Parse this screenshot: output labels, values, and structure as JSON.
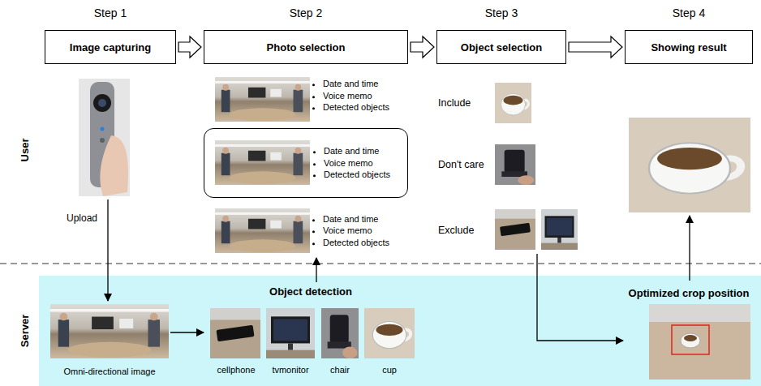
{
  "diagram": {
    "nodes": [
      {
        "text": [
          "Step 1",
          "Image capturing"
        ]
      },
      {
        "text": [
          "Step 2",
          "Photo selection"
        ]
      },
      {
        "text": [
          "Step 3",
          "Object selection"
        ]
      },
      {
        "text": [
          "Step 4",
          "Showing result"
        ]
      },
      {
        "text": [
          "Date and time",
          "Voice memo",
          "Detected objects"
        ]
      },
      {
        "text": [
          "Date and time",
          "Voice memo",
          "Detected objects"
        ]
      },
      {
        "text": [
          "Date and time",
          "Voice memo",
          "Detected objects"
        ]
      },
      {
        "text": [
          "Include"
        ]
      },
      {
        "text": [
          "Don't care"
        ]
      },
      {
        "text": [
          "Exclude"
        ]
      },
      {
        "text": [
          "Server"
        ]
      },
      {
        "text": [
          "Omni-directional image"
        ],
        "in": 10
      },
      {
        "text": [
          "Object detection"
        ],
        "in": 10
      },
      {
        "text": [
          "cellphone"
        ],
        "in": 12
      },
      {
        "text": [
          "tvmonitor"
        ],
        "in": 12
      },
      {
        "text": [
          "chair"
        ],
        "in": 12
      },
      {
        "text": [
          "cup"
        ],
        "in": 12
      },
      {
        "text": [
          "Optimized crop position"
        ],
        "in": 10
      }
    ],
    "edges": [
      {
        "from": 0,
        "to": 1,
        "arrow": "to"
      },
      {
        "from": 1,
        "to": 2,
        "arrow": "to"
      },
      {
        "from": 2,
        "to": 3,
        "arrow": "to"
      },
      {
        "from": 11,
        "to": 12,
        "arrow": "to"
      },
      {
        "from": 12,
        "to": 6,
        "arrow": "to"
      },
      {
        "from": 9,
        "to": 17,
        "arrow": "to"
      }
    ],
    "labels": [
      "User",
      "Upload"
    ]
  }
}
